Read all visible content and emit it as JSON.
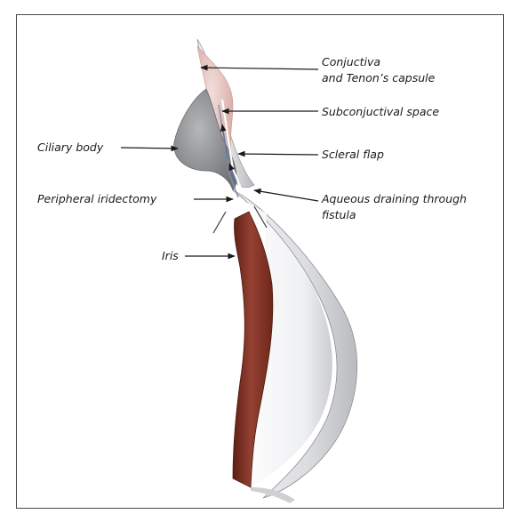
{
  "labels": {
    "conjunctiva_line1": "Conjuctiva",
    "conjunctiva_line2": "and Tenon’s capsule",
    "subconjunctival_space": "Subconjuctival space",
    "ciliary_body": "Ciliary body",
    "scleral_flap": "Scleral flap",
    "peripheral_iridectomy": "Peripheral iridectomy",
    "aqueous_line1": "Aqueous draining through",
    "aqueous_line2": "fistula",
    "iris": "Iris"
  },
  "colors": {
    "frame": "#4a4a4a",
    "sclera": "#d9dadd",
    "cornea": "#e4e5e8",
    "iris": "#8a3a2c",
    "iris_dark": "#6b2618",
    "conjunctiva": "#e8c9c4",
    "ciliary": "#8f9294",
    "arrow": "#1a1a1a"
  }
}
